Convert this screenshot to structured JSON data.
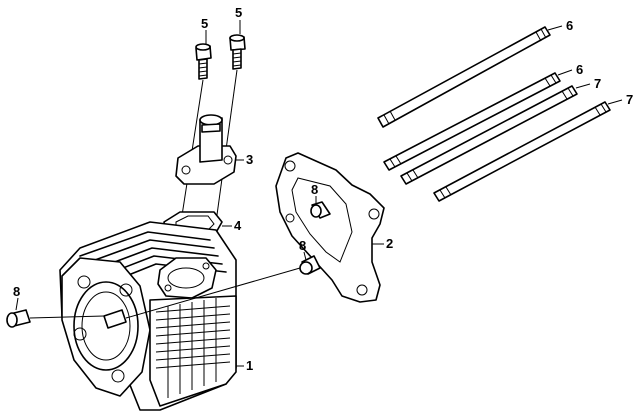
{
  "callouts": {
    "part1": "1",
    "part2": "2",
    "part3": "3",
    "part4": "4",
    "part5a": "5",
    "part5b": "5",
    "part6a": "6",
    "part6b": "6",
    "part7a": "7",
    "part7b": "7",
    "part8a": "8",
    "part8b": "8",
    "part8c": "8"
  },
  "colors": {
    "line": "#000000",
    "background": "#ffffff"
  }
}
